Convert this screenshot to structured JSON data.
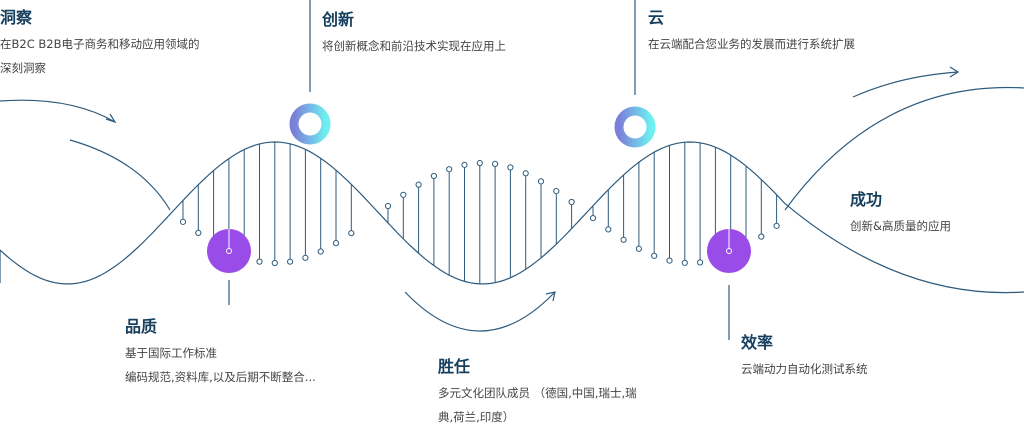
{
  "colors": {
    "line": "#2e5b7d",
    "title": "#17405f",
    "purple": "#9a4ce8",
    "ring_start": "#7b7fd9",
    "ring_end": "#6ef0f0"
  },
  "blocks": {
    "insight": {
      "title": "洞察",
      "lines": [
        "在B2C B2B电子商务和移动应用领域的",
        "深刻洞察"
      ]
    },
    "innovation": {
      "title": "创新",
      "lines": [
        "将创新概念和前沿技术实现在应用上"
      ]
    },
    "cloud": {
      "title": "云",
      "lines": [
        "在云端配合您业务的发展而进行系统扩展"
      ]
    },
    "success": {
      "title": "成功",
      "lines": [
        "创新&高质量的应用"
      ]
    },
    "quality": {
      "title": "品质",
      "lines": [
        "基于国际工作标准",
        "编码规范,资料库,以及后期不断整合..."
      ]
    },
    "competence": {
      "title": "胜任",
      "lines": [
        "多元文化团队成员 （德国,中国,瑞士,瑞",
        "典,荷兰,印度）"
      ]
    },
    "efficiency": {
      "title": "效率",
      "lines": [
        "云端动力自动化测试系统"
      ]
    }
  }
}
